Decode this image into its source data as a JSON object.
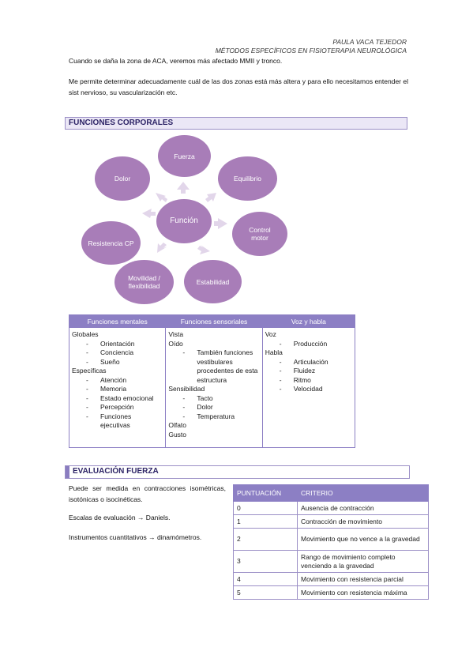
{
  "header": {
    "author": "PAULA VACA TEJEDOR",
    "subject": "MÉTODOS ESPECÍFICOS EN FISIOTERAPIA NEUROLÓGICA"
  },
  "intro": {
    "p1": "Cuando se daña la zona de ACA, veremos más afectado MMII y tronco.",
    "p2": "Me permite determinar adecuadamente cuál de las dos zonas está más altera y para ello necesitamos entender el sist nervioso, su vascularización etc."
  },
  "funciones": {
    "title": "FUNCIONES CORPORALES",
    "center": "Función",
    "nodes": {
      "fuerza": "Fuerza",
      "equilibrio": "Equilibrio",
      "control": "Control motor",
      "estabilidad": "Estabilidad",
      "movilidad": "Movilidad / flexibilidad",
      "resistencia": "Resistencia CP",
      "dolor": "Dolor"
    },
    "table": {
      "headers": [
        "Funciones mentales",
        "Funciones sensoriales",
        "Voz y habla"
      ],
      "col1": {
        "globales": "Globales",
        "globales_items": [
          "Orientación",
          "Conciencia",
          "Sueño"
        ],
        "especificas": "Específicas",
        "especificas_items": [
          "Atención",
          "Memoria",
          "Estado emocional",
          "Percepción",
          "Funciones ejecutivas"
        ]
      },
      "col2": {
        "vista": "Vista",
        "oido": "Oído",
        "oido_item": "También funciones vestibulares procedentes de esta estructura",
        "sensibilidad": "Sensibilidad",
        "sens_items": [
          "Tacto",
          "Dolor",
          "Temperatura"
        ],
        "olfato": "Olfato",
        "gusto": "Gusto"
      },
      "col3": {
        "voz": "Voz",
        "voz_items": [
          "Producción"
        ],
        "habla": "Habla",
        "habla_items": [
          "Articulación",
          "Fluidez",
          "Ritmo",
          "Velocidad"
        ]
      }
    }
  },
  "evaluacion": {
    "title": "EVALUACIÓN FUERZA",
    "p1": "Puede ser medida en contracciones isométricas, isotónicas o isocinéticas.",
    "p2": "Escalas de evaluación → Daniels.",
    "p3": "Instrumentos cuantitativos → dinamómetros.",
    "headers": [
      "PUNTUACIÓN",
      "CRITERIO"
    ],
    "rows": [
      {
        "score": "0",
        "criterio": "Ausencia de contracción"
      },
      {
        "score": "1",
        "criterio": "Contracción de movimiento"
      },
      {
        "score": "2",
        "criterio": "Movimiento que no vence a la gravedad"
      },
      {
        "score": "3",
        "criterio": "Rango de movimiento completo venciendo a la gravedad"
      },
      {
        "score": "4",
        "criterio": "Movimiento con resistencia parcial"
      },
      {
        "score": "5",
        "criterio": "Movimiento con resistencia máxima"
      }
    ]
  },
  "colors": {
    "accent": "#8c7fc4",
    "bubble": "#a87db8",
    "arrow": "#e2d6ea"
  }
}
